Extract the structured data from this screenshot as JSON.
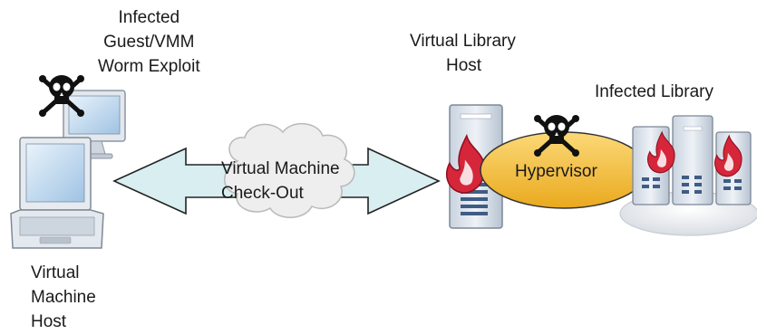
{
  "labels": {
    "infected_guest": [
      "Infected",
      "Guest/VMM",
      "Worm Exploit"
    ],
    "vm_host": [
      "Virtual",
      "Machine",
      "Host"
    ],
    "library_host": [
      "Virtual Library",
      "Host"
    ],
    "infected_library": "Infected Library",
    "checkout": [
      "Virtual Machine",
      "Check-Out"
    ],
    "hypervisor": "Hypervisor"
  },
  "colors": {
    "arrow_fill": "#d8eef0",
    "cloud_fill": "#eeeeee",
    "hypervisor_fill": "#f6c443",
    "flame": "#d6263a",
    "server_face": "#dfe6ef",
    "screen_blue": "#cfe3f5"
  },
  "icons": [
    "skull-crossbones-icon",
    "laptop-icon",
    "monitor-icon",
    "server-icon",
    "flame-icon",
    "cloud-icon",
    "double-arrow-icon"
  ]
}
